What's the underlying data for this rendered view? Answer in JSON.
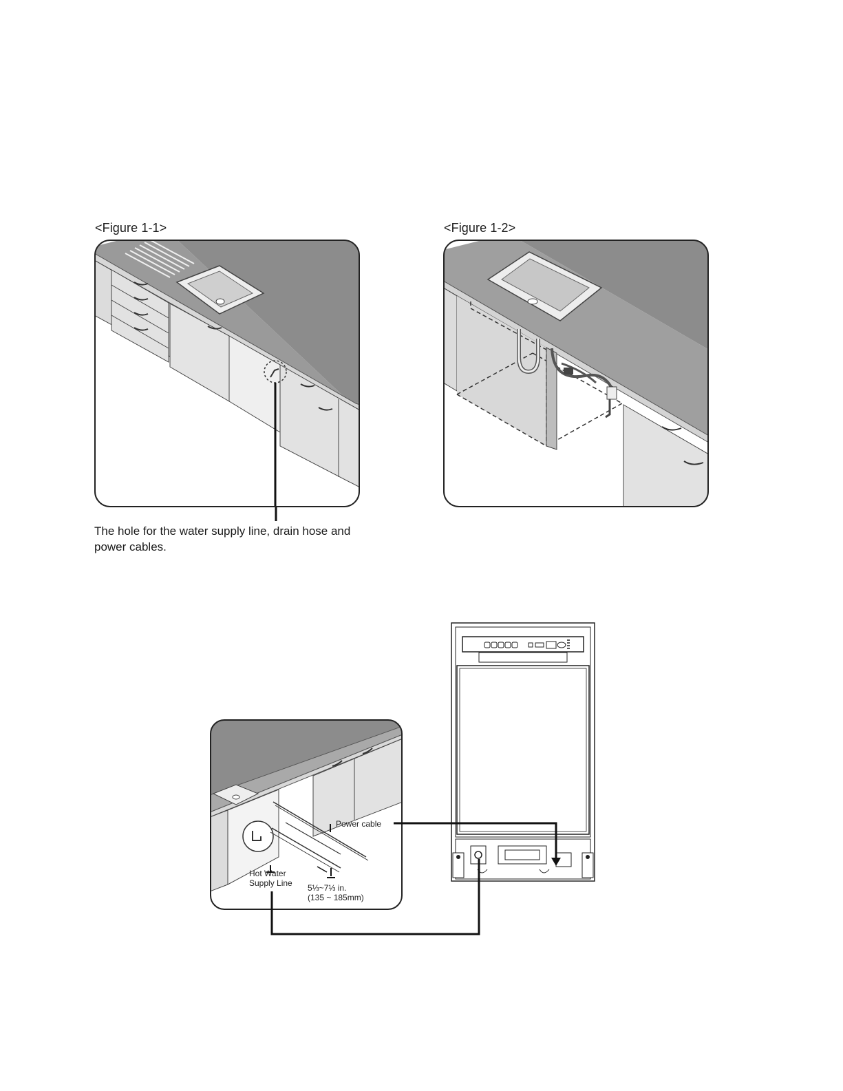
{
  "figures": {
    "fig1": {
      "title": "<Figure 1-1>"
    },
    "fig2": {
      "title": "<Figure 1-2>"
    }
  },
  "caption": "The hole for the water supply line, drain hose and power cables.",
  "diagram": {
    "power_cable_label": "Power cable",
    "hot_water_label_line1": "Hot Water",
    "hot_water_label_line2": "Supply Line",
    "dimension_label_line1": "5⅓~7⅓ in.",
    "dimension_label_line2": "(135 ~ 185mm)"
  }
}
